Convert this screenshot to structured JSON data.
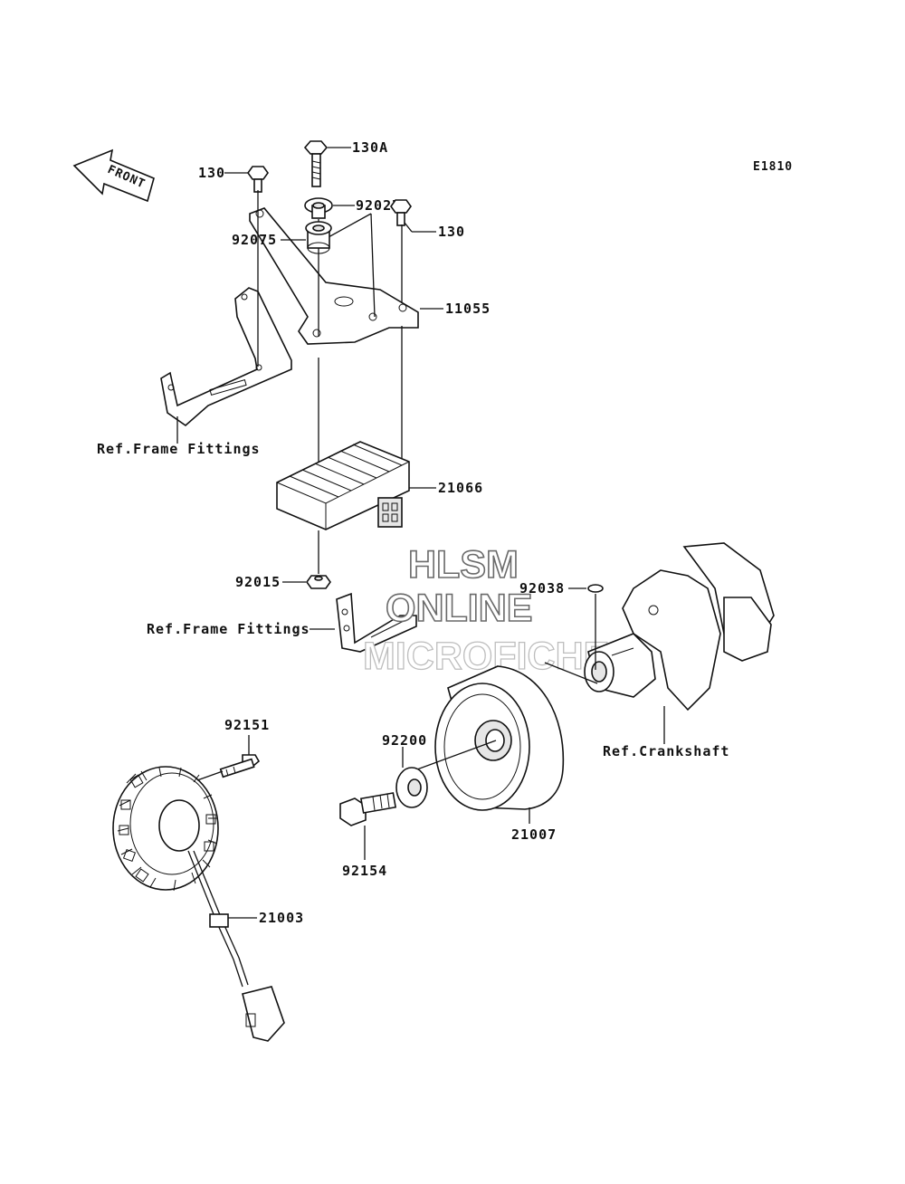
{
  "diagram": {
    "code": "E1810",
    "front_label": "FRONT",
    "watermark": [
      "HLSM",
      "ONLINE",
      "MICROFICHE"
    ],
    "labels": {
      "p130A": "130A",
      "p130_left": "130",
      "p130_right": "130",
      "p92027": "92027",
      "p11055": "11055",
      "p92075": "92075",
      "ref_frame_1": "Ref.Frame Fittings",
      "p21066": "21066",
      "p92015": "92015",
      "ref_frame_2": "Ref.Frame Fittings",
      "p92038": "92038",
      "ref_crankshaft": "Ref.Crankshaft",
      "p92151": "92151",
      "p92200": "92200",
      "p21007": "21007",
      "p92154": "92154",
      "p21003": "21003"
    }
  }
}
